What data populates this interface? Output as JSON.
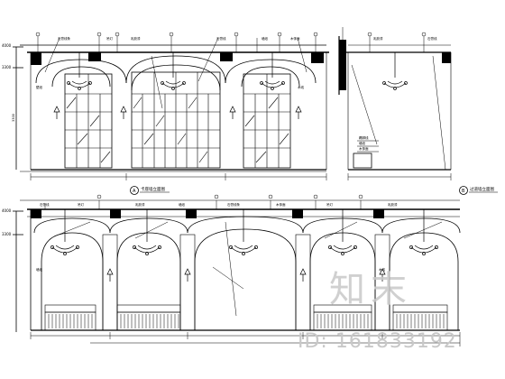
{
  "drawing": {
    "elevation_a": {
      "marker": "A",
      "caption": "卡座墙立面图"
    },
    "elevation_b": {
      "marker": "B",
      "caption": "过道墙立面图"
    },
    "levels": {
      "top": "4000",
      "mid": "3300",
      "low": "4000",
      "low_mid": "3300"
    }
  },
  "watermark": {
    "brand": "知末",
    "id": "ID: 161833192"
  }
}
